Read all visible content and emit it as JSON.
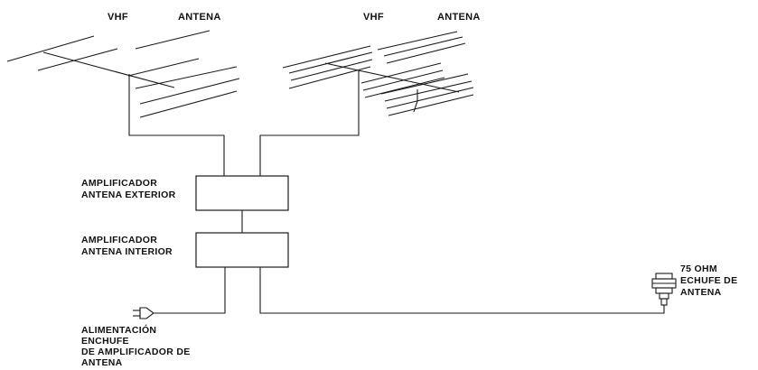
{
  "antenna_left": {
    "label_band": "VHF",
    "label_name": "ANTENA"
  },
  "antenna_right": {
    "label_band": "VHF",
    "label_name": "ANTENA"
  },
  "amplifier_outdoor": {
    "line1": "AMPLIFICADOR",
    "line2": "ANTENA EXTERIOR"
  },
  "amplifier_indoor": {
    "line1": "AMPLIFICADOR",
    "line2": "ANTENA INTERIOR"
  },
  "power_plug": {
    "line1": "ALIMENTACIÓN",
    "line2": "ENCHUFE",
    "line3": "DE AMPLIFICADOR DE",
    "line4": "ANTENA"
  },
  "antenna_jack": {
    "line1": "75  OHM",
    "line2": "ECHUFE DE",
    "line3": "ANTENA"
  },
  "colors": {
    "line": "#1a1a1a",
    "text": "#111111",
    "background": "#ffffff"
  }
}
